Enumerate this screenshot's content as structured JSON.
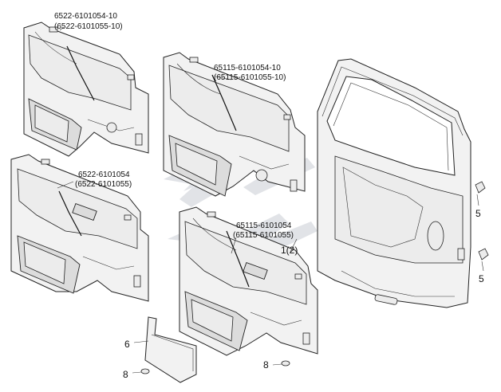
{
  "labels": {
    "upper_left_part": "6522-6101054-10",
    "upper_left_alt": "(6522-6101055-10)",
    "upper_right_part": "65115-6101054-10",
    "upper_right_alt": "(65115-6101055-10)",
    "lower_left_part": "6522-6101054",
    "lower_left_alt": "(6522-6101055)",
    "lower_right_part": "65115-6101054",
    "lower_right_alt": "(65115-6101055)",
    "callout_1": "1(2)",
    "callout_5a": "5",
    "callout_5b": "5",
    "callout_6": "6",
    "callout_8a": "8",
    "callout_8b": "8"
  },
  "colors": {
    "line": "#222222",
    "panel_fill": "#f2f2f2",
    "recess_fill": "#dcdcdc",
    "watermark": "#c9ccd4"
  }
}
